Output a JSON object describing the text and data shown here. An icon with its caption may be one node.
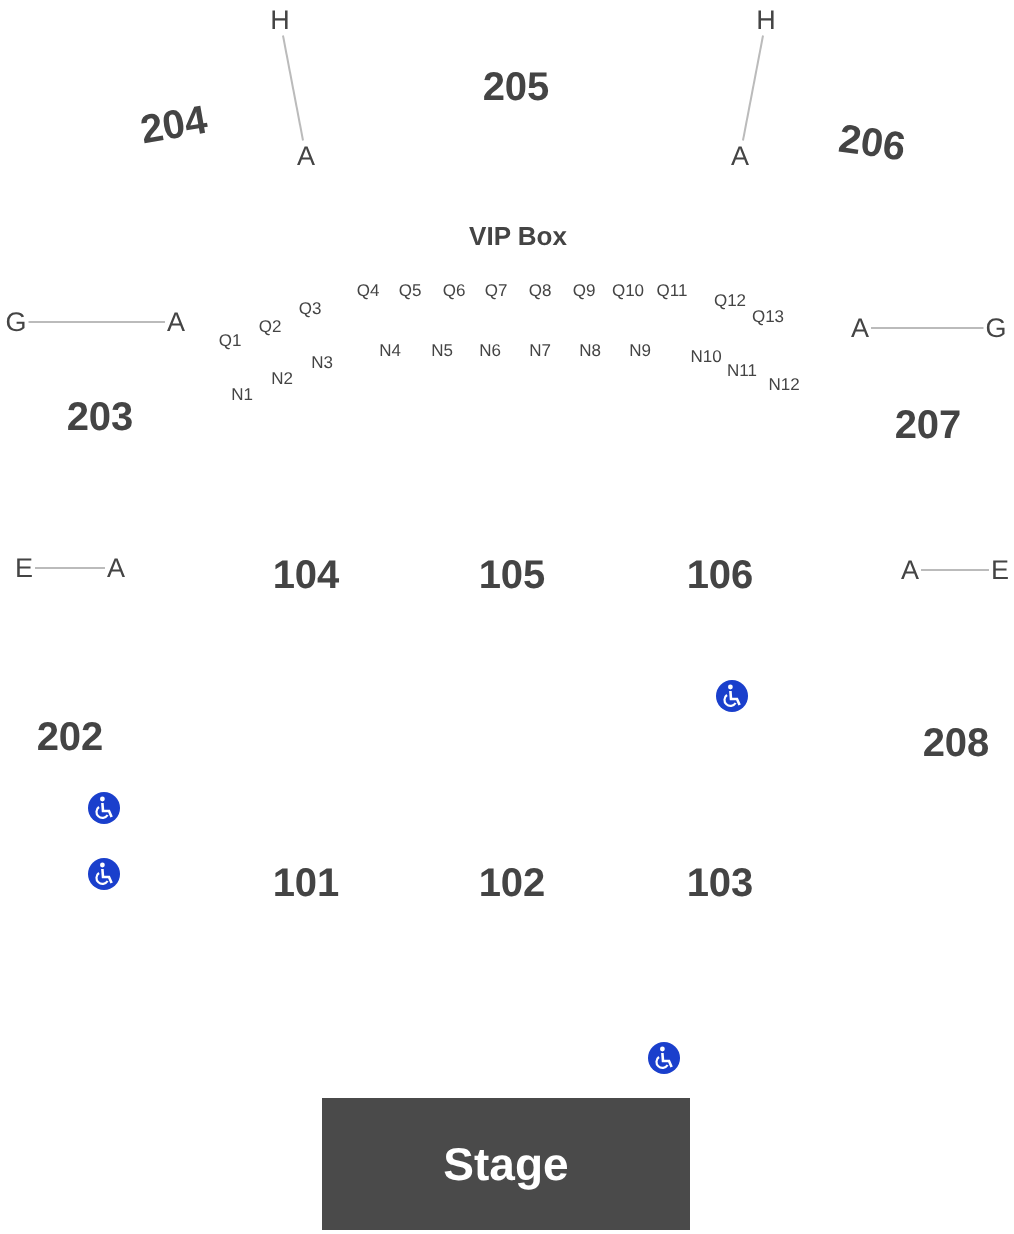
{
  "diagram": {
    "nodes": [
      {
        "text": [
          "H"
        ]
      },
      {
        "text": [
          "H"
        ]
      },
      {
        "text": [
          "A"
        ]
      },
      {
        "text": [
          "A"
        ]
      },
      {
        "text": [
          "G"
        ]
      },
      {
        "text": [
          "A"
        ]
      },
      {
        "text": [
          "A"
        ]
      },
      {
        "text": [
          "G"
        ]
      },
      {
        "text": [
          "E"
        ]
      },
      {
        "text": [
          "A"
        ]
      },
      {
        "text": [
          "A"
        ]
      },
      {
        "text": [
          "E"
        ]
      },
      {
        "text": [
          "Stage"
        ]
      }
    ],
    "edges": [
      {
        "from": 0,
        "to": 2,
        "arrow": "none"
      },
      {
        "from": 1,
        "to": 3,
        "arrow": "none"
      },
      {
        "from": 4,
        "to": 5,
        "arrow": "none"
      },
      {
        "from": 6,
        "to": 7,
        "arrow": "none"
      },
      {
        "from": 8,
        "to": 9,
        "arrow": "none"
      },
      {
        "from": 10,
        "to": 11,
        "arrow": "none"
      }
    ],
    "labels": [
      "205",
      "204",
      "206",
      "VIP Box",
      "Q4",
      "Q5",
      "Q6",
      "Q7",
      "Q8",
      "Q9",
      "Q10",
      "Q11",
      "Q12",
      "Q3",
      "Q13",
      "Q2",
      "Q1",
      "N4",
      "N5",
      "N6",
      "N7",
      "N8",
      "N9",
      "N10",
      "N3",
      "N11",
      "N2",
      "N12",
      "N1",
      "203",
      "207",
      "104",
      "105",
      "106",
      "202",
      "208",
      "101",
      "102",
      "103"
    ]
  }
}
